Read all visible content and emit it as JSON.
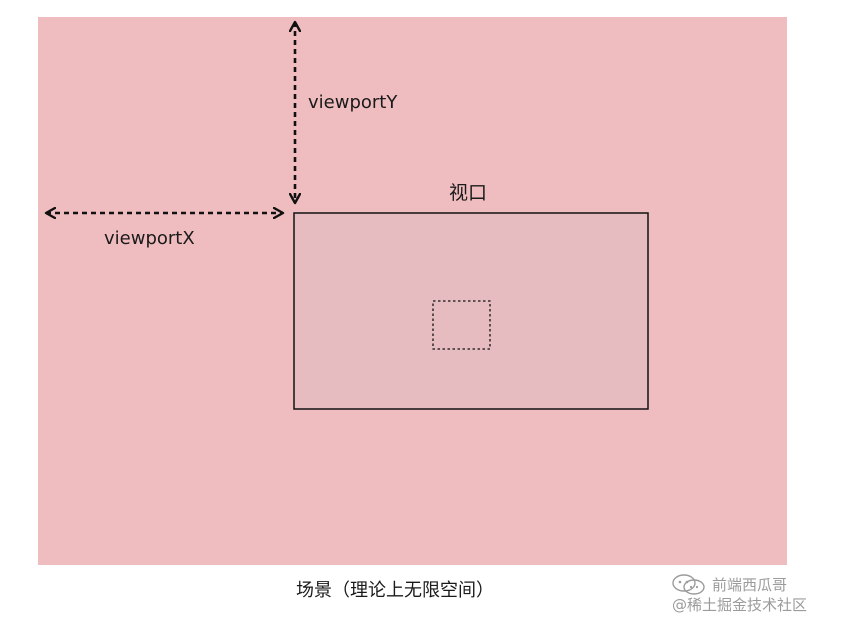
{
  "labels": {
    "viewport_y": "viewportY",
    "viewport_x": "viewportX",
    "viewport": "视口",
    "scene": "场景（理论上无限空间）"
  },
  "watermark": {
    "line1": "前端西瓜哥",
    "line2": "@稀土掘金技术社区"
  },
  "colors": {
    "scene_fill": "#efbdc0",
    "viewport_fill": "#e6bcc1",
    "stroke": "#111111",
    "watermark": "#8a8a8a"
  },
  "icons": {
    "watermark_icon": "wechat-icon"
  }
}
